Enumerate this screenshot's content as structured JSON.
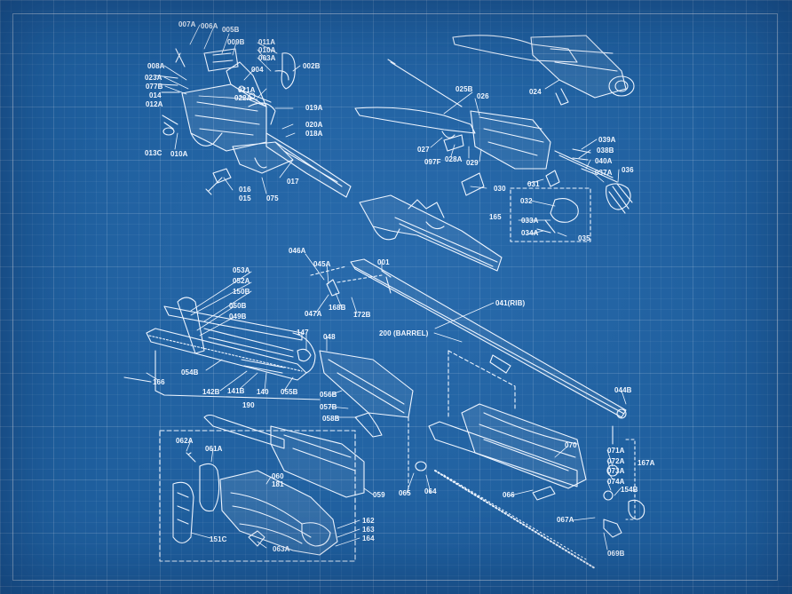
{
  "colors": {
    "background": "#1f5f9e",
    "grid": "#ffffff",
    "lines": "#eef5ff"
  },
  "labels": {
    "l007A": "007A",
    "l006A": "006A",
    "l005B": "005B",
    "l009B": "009B",
    "l011A": "011A",
    "l010A_top": "010A",
    "l003A": "003A",
    "l002B": "002B",
    "l008A": "008A",
    "l023A": "023A",
    "l077B": "077B",
    "l014": "014",
    "l012A": "012A",
    "l004": "004",
    "l021A": "021A",
    "l022A": "022A",
    "l019A": "019A",
    "l020A": "020A",
    "l018A": "018A",
    "l013C": "013C",
    "l010A": "010A",
    "l016": "016",
    "l015": "015",
    "l075": "075",
    "l017": "017",
    "l025B": "025B",
    "l026": "026",
    "l024": "024",
    "l027": "027",
    "l097F": "097F",
    "l028A": "028A",
    "l029": "029",
    "l039A": "039A",
    "l038B": "038B",
    "l040A": "040A",
    "l037A": "037A",
    "l036": "036",
    "l030": "030",
    "l031": "031",
    "l032": "032",
    "l165": "165",
    "l033A": "033A",
    "l034A": "034A",
    "l035": "035",
    "l046A": "046A",
    "l045A": "045A",
    "l001": "001",
    "l168B": "168B",
    "l172B": "172B",
    "l047A": "047A",
    "l041": "041(RIB)",
    "l200": "200 (BARREL)",
    "l053A": "053A",
    "l052A": "052A",
    "l150B": "150B",
    "l050B": "050B",
    "l049B": "049B",
    "l147": "147",
    "l048": "048",
    "l054B": "054B",
    "l166": "166",
    "l142B": "142B",
    "l141B": "141B",
    "l140": "140",
    "l055B": "055B",
    "l190": "190",
    "l056B": "056B",
    "l057B": "057B",
    "l058B": "058B",
    "l044B": "044B",
    "l062A": "062A",
    "l061A": "061A",
    "l060": "060",
    "l181": "181",
    "l059": "059",
    "l162": "162",
    "l163": "163",
    "l164": "164",
    "l151C": "151C",
    "l063A": "063A",
    "l065": "065",
    "l064": "064",
    "l066": "066",
    "l070": "070",
    "l071A": "071A",
    "l072A": "072A",
    "l073A": "073A",
    "l074A": "074A",
    "l167A": "167A",
    "l154B": "154B",
    "l067A": "067A",
    "l069B": "069B"
  }
}
